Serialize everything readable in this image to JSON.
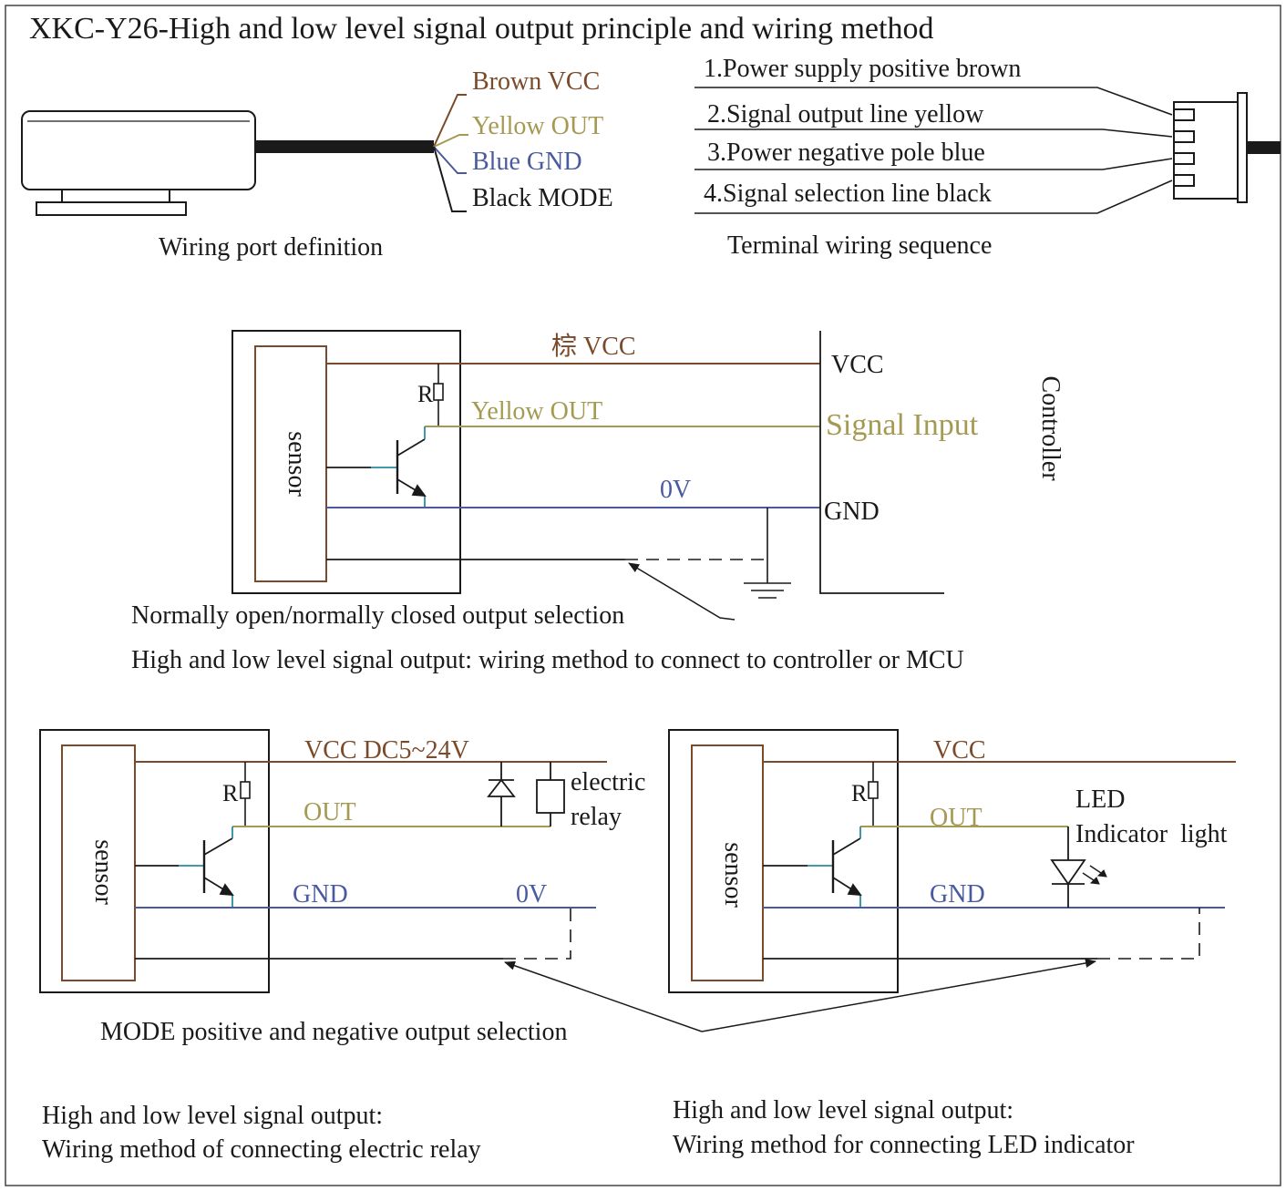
{
  "title": "XKC-Y26-High and low level signal output principle and wiring method",
  "wiring_port": {
    "wires": [
      "Brown VCC",
      "Yellow OUT",
      "Blue GND",
      "Black MODE"
    ],
    "caption": "Wiring port definition"
  },
  "terminal": {
    "lines": [
      "1.Power supply positive brown",
      "2.Signal output line yellow",
      "3.Power negative pole blue",
      "4.Signal selection line black"
    ],
    "caption": "Terminal wiring sequence"
  },
  "controller_diagram": {
    "sensor": "sensor",
    "resistor": "R",
    "vcc_wire": "棕 VCC",
    "out_wire": "Yellow OUT",
    "zero_v": "0V",
    "vcc": "VCC",
    "signal_input": "Signal Input",
    "gnd": "GND",
    "controller": "Controller",
    "selection_note": "Normally open/normally closed output selection",
    "caption": "High and low level signal output: wiring method to connect to controller or MCU"
  },
  "relay_diagram": {
    "sensor": "sensor",
    "resistor": "R",
    "vcc": "VCC DC5~24V",
    "out": "OUT",
    "gnd": "GND",
    "zero_v": "0V",
    "relay_line1": "electric",
    "relay_line2": "relay",
    "caption_line1": "High and low level signal output:",
    "caption_line2": "Wiring method of connecting electric relay"
  },
  "led_diagram": {
    "sensor": "sensor",
    "resistor": "R",
    "vcc": "VCC",
    "out": "OUT",
    "gnd": "GND",
    "led_line1": "LED",
    "led_line2": "Indicator  light",
    "caption_line1": "High and low level signal output:",
    "caption_line2": "Wiring method for connecting LED indicator"
  },
  "mode_selection": "MODE positive and negative output selection",
  "colors": {
    "brown": "#7a4a2a",
    "yellow": "#a59a52",
    "blue": "#4a5aa0",
    "teal": "#2a8ca0",
    "black": "#1a1a1a"
  }
}
